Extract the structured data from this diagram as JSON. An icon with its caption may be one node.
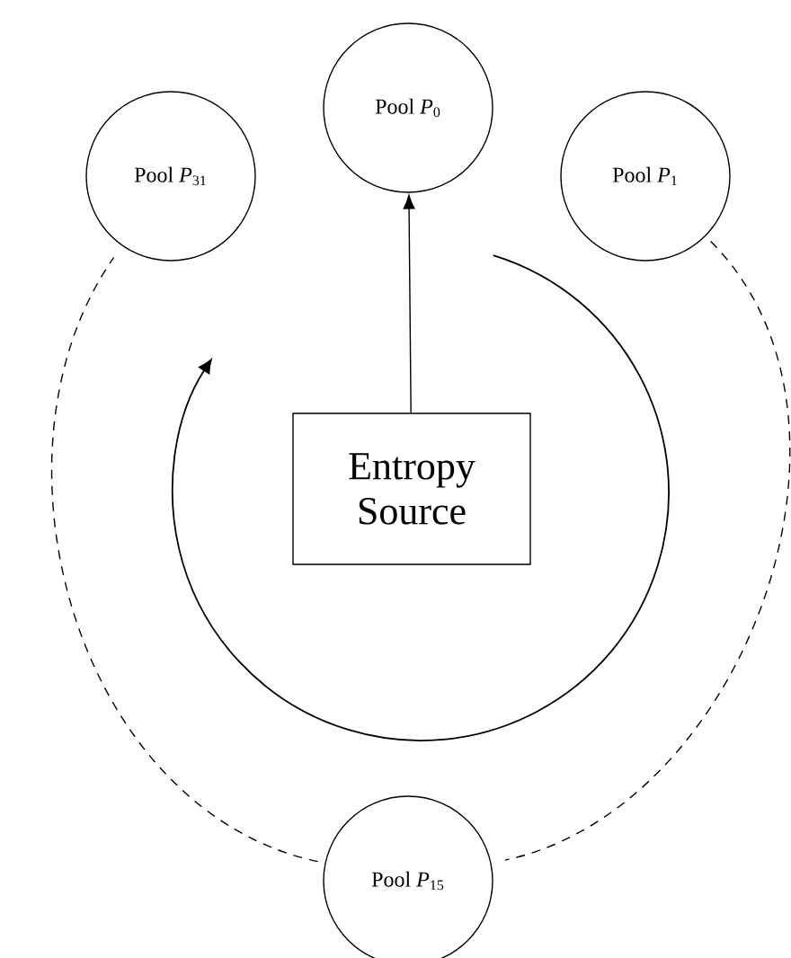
{
  "diagram": {
    "nodes": [
      {
        "text": [
          "Entropy Source"
        ]
      },
      {
        "text": [
          "Pool *P*$_{0}$"
        ]
      },
      {
        "text": [
          "Pool *P*$_{1}$"
        ]
      },
      {
        "text": [
          "Pool *P*$_{15}$"
        ]
      },
      {
        "text": [
          "Pool *P*$_{31}$"
        ]
      }
    ],
    "edges": [
      {
        "from": 0,
        "to": 1,
        "arrow": "to"
      },
      {
        "from": 2,
        "to": 3,
        "arrow": "none",
        "style": "dashed"
      },
      {
        "from": 3,
        "to": 4,
        "arrow": "none",
        "style": "dashed"
      }
    ]
  }
}
